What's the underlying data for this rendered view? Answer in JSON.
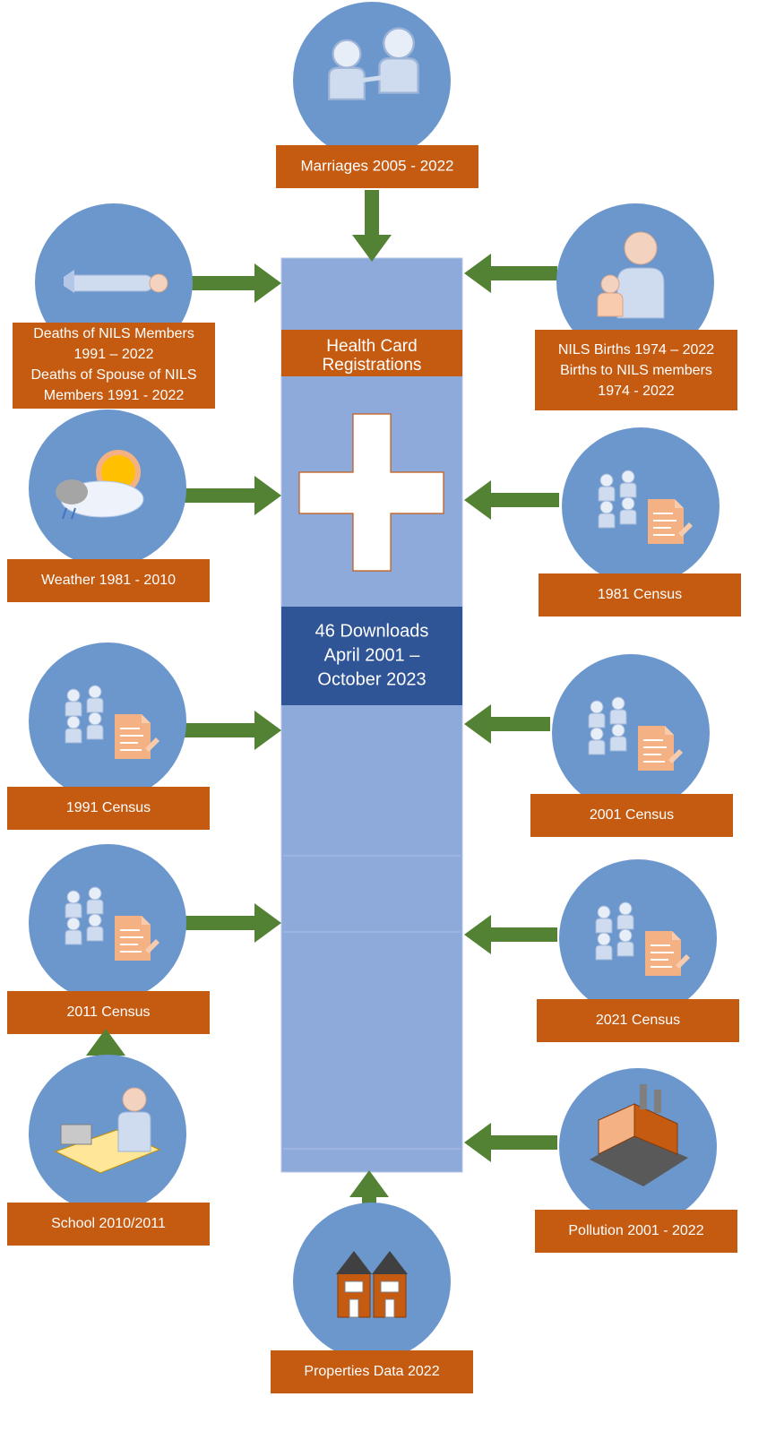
{
  "center": {
    "header": [
      "Health Card",
      "Registrations"
    ],
    "downloads": [
      "46 Downloads",
      "April 2001 –",
      "October 2023"
    ],
    "colors": {
      "column": "#8eaadb",
      "header_fill": "#c55a11",
      "downloads_fill": "#2f5597",
      "cross": "#ffffff"
    }
  },
  "sources": [
    {
      "id": "marriages",
      "icon": "handshake-icon",
      "lines": [
        "Marriages 2005 - 2022"
      ]
    },
    {
      "id": "deaths",
      "icon": "deceased-person-icon",
      "lines": [
        "Deaths of NILS Members",
        "1991 – 2022",
        "Deaths of Spouse of NILS",
        "Members 1991 - 2022"
      ]
    },
    {
      "id": "births",
      "icon": "parent-child-icon",
      "lines": [
        "NILS Births 1974 – 2022",
        "Births to NILS members",
        "1974 - 2022"
      ]
    },
    {
      "id": "weather",
      "icon": "weather-icon",
      "lines": [
        "Weather 1981 - 2010"
      ]
    },
    {
      "id": "census-1981",
      "icon": "census-icon",
      "lines": [
        "1981 Census"
      ]
    },
    {
      "id": "census-1991",
      "icon": "census-icon",
      "lines": [
        "1991 Census"
      ]
    },
    {
      "id": "census-2001",
      "icon": "census-icon",
      "lines": [
        "2001 Census"
      ]
    },
    {
      "id": "census-2011",
      "icon": "census-icon",
      "lines": [
        "2011 Census"
      ]
    },
    {
      "id": "census-2021",
      "icon": "census-icon",
      "lines": [
        "2021 Census"
      ]
    },
    {
      "id": "school",
      "icon": "school-desk-icon",
      "lines": [
        "School 2010/2011"
      ]
    },
    {
      "id": "pollution",
      "icon": "factory-icon",
      "lines": [
        "Pollution 2001 - 2022"
      ]
    },
    {
      "id": "properties",
      "icon": "houses-icon",
      "lines": [
        "Properties Data 2022"
      ]
    }
  ],
  "colors": {
    "circle": "#6b97cc",
    "label": "#c55a11",
    "arrow": "#548235"
  }
}
